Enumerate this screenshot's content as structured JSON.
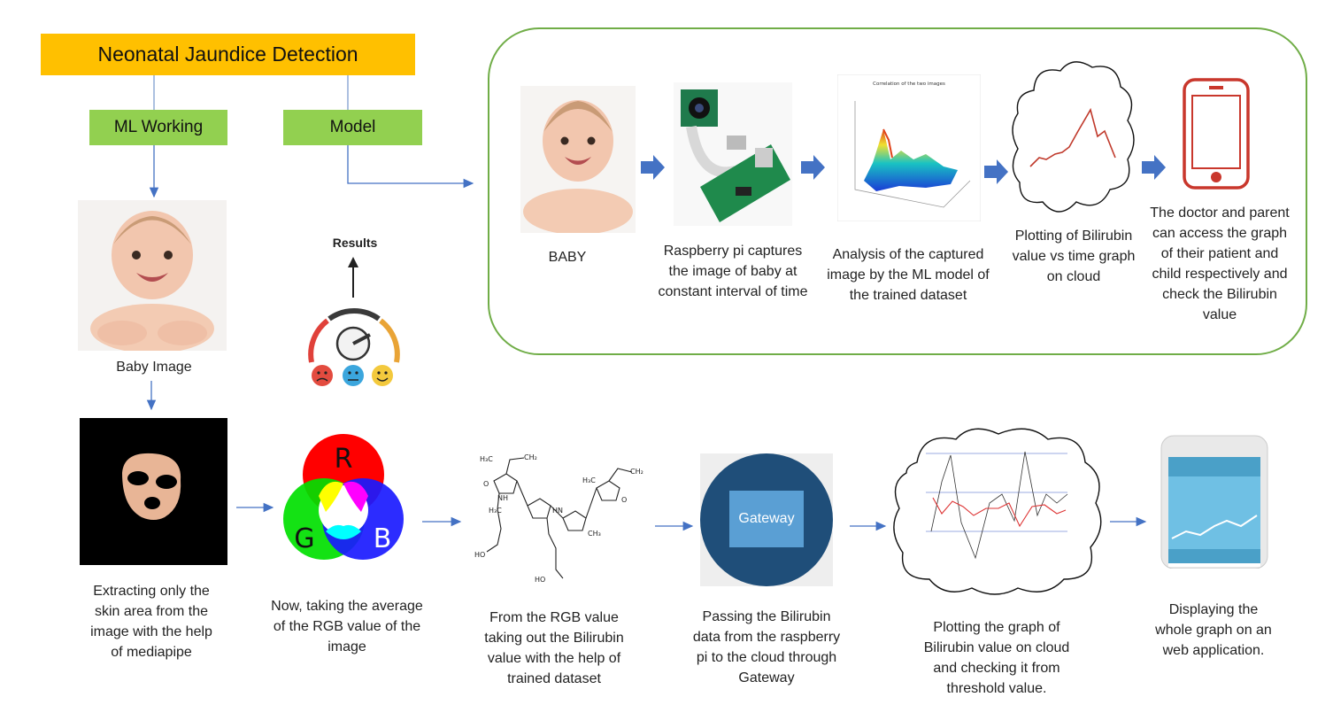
{
  "title": "Neonatal Jaundice Detection",
  "tags": {
    "ml_working": "ML Working",
    "model": "Model"
  },
  "left": {
    "baby_caption": "Baby Image",
    "results_label": "Results"
  },
  "pipeline_top": [
    {
      "caption": "BABY"
    },
    {
      "caption": "Raspberry pi captures the image of baby at constant interval of time"
    },
    {
      "caption": "Analysis of the captured image by the ML model of the trained dataset"
    },
    {
      "caption": "Plotting of Bilirubin value vs time graph on cloud"
    },
    {
      "caption": "The doctor and parent can access the graph of their patient and child respectively and check the Bilirubin value"
    }
  ],
  "pipeline_bottom": [
    {
      "caption": "Extracting only the skin area from the image with the help of mediapipe"
    },
    {
      "caption": "Now, taking the average of the RGB value of the  image"
    },
    {
      "caption": "From the RGB value taking out the Bilirubin value with the help of trained dataset"
    },
    {
      "caption": "Passing the Bilirubin data from the raspberry pi to the cloud through Gateway"
    },
    {
      "caption": "Plotting the graph of Bilirubin value on cloud and checking it from threshold value."
    },
    {
      "caption": "Displaying the whole graph on an web application."
    }
  ],
  "rgb_letters": {
    "r": "R",
    "g": "G",
    "b": "B"
  },
  "gateway_label": "Gateway",
  "chart_thumb_title": "Correlation of the two images",
  "colors": {
    "title_bg": "#ffc000",
    "tag_bg": "#92d050",
    "frame": "#70ad47",
    "arrow": "#4472c4"
  }
}
